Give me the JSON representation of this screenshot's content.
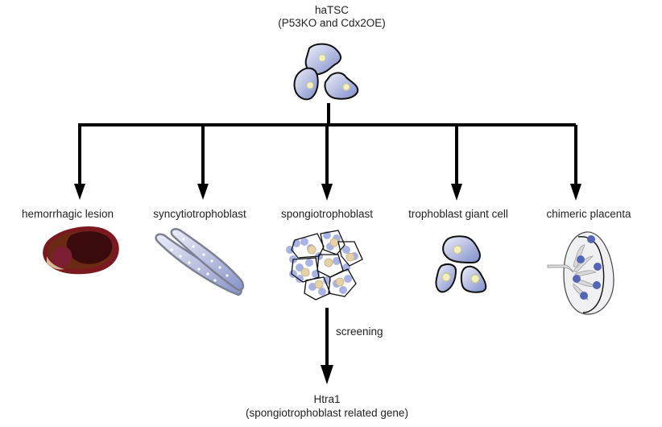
{
  "root": {
    "title": "haTSC",
    "subtitle": "(P53KO and Cdx2OE)",
    "icon": "stem-cell-cluster-icon"
  },
  "branches": [
    {
      "label": "hemorrhagic lesion",
      "icon": "hemorrhagic-lesion-icon"
    },
    {
      "label": "syncytiotrophoblast",
      "icon": "syncytiotrophoblast-icon"
    },
    {
      "label": "spongiotrophoblast",
      "icon": "spongiotrophoblast-icon"
    },
    {
      "label": "trophoblast giant cell",
      "icon": "giant-cell-icon"
    },
    {
      "label": "chimeric placenta",
      "icon": "placenta-icon"
    }
  ],
  "screening": {
    "arrow_label": "screening",
    "result_title": "Htra1",
    "result_subtitle": "(spongiotrophoblast related gene)"
  },
  "colors": {
    "arrow": "#000000",
    "cell_fill": "#9aa6d8",
    "nucleus": "#f3f0c0",
    "placenta_dot": "#5565b5",
    "lesion_dark": "#3a0a0c",
    "lesion_red": "#7a1a2a"
  }
}
